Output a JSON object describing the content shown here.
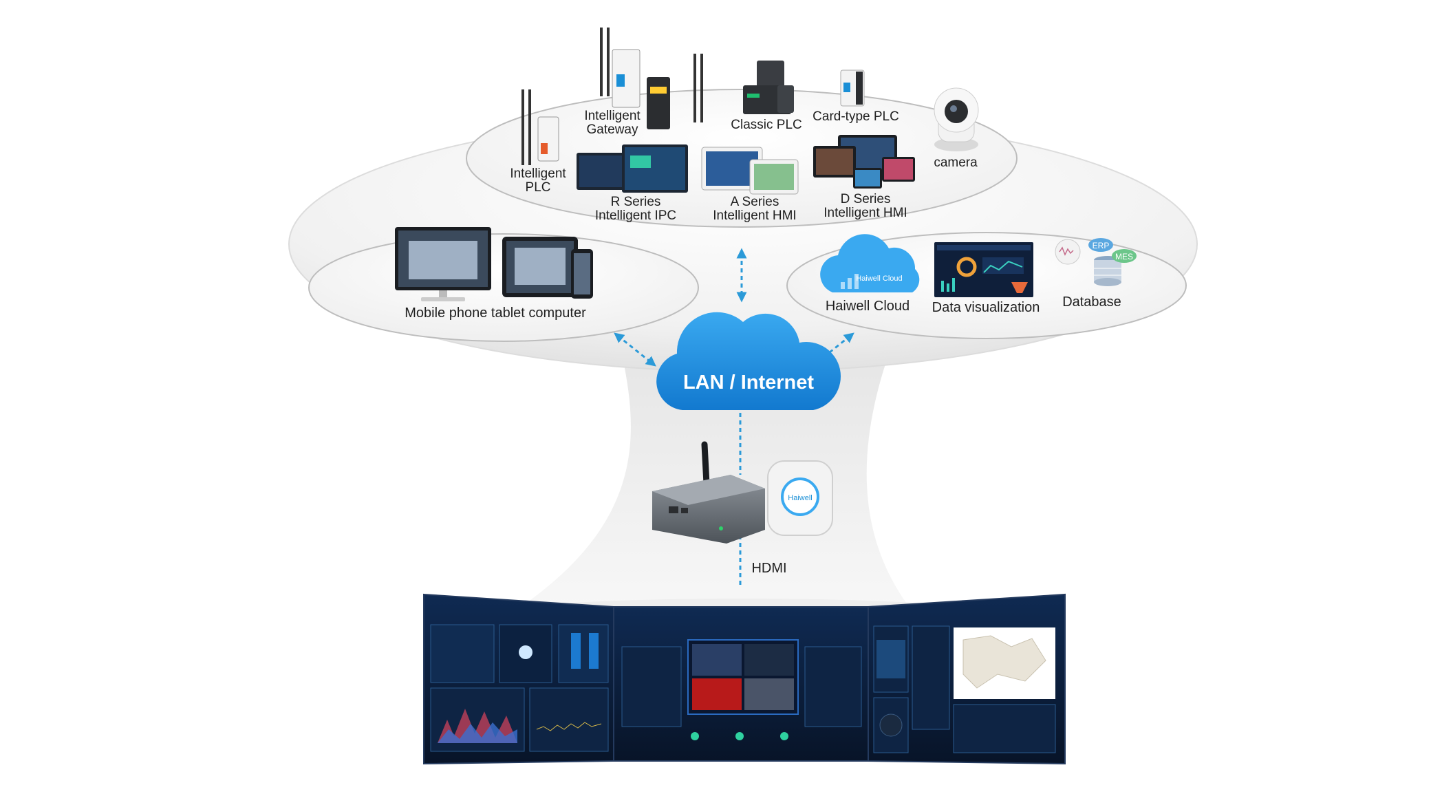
{
  "labels": {
    "intelligent_gateway": [
      "Intelligent",
      "Gateway"
    ],
    "classic_plc": "Classic PLC",
    "card_type_plc": "Card-type PLC",
    "camera": "camera",
    "intelligent_plc": [
      "Intelligent",
      "PLC"
    ],
    "r_series": [
      "R Series",
      "Intelligent IPC"
    ],
    "a_series": [
      "A Series",
      "Intelligent HMI"
    ],
    "d_series": [
      "D Series",
      "Intelligent HMI"
    ],
    "mobile": "Mobile phone tablet computer",
    "haiwell_cloud": "Haiwell Cloud",
    "data_visualization": "Data visualization",
    "database": "Database",
    "lan": "LAN / Internet",
    "hdmi": "HDMI",
    "erp": "ERP",
    "mes": "MES",
    "cloud_icon_text": "Haiwell Cloud",
    "router_logo": "Haiwell"
  },
  "colors": {
    "accent_blue": "#1a8fd6",
    "cloud_blue": "#2196e8",
    "dashed_arrow": "#2b9ad8",
    "screen_dark": "#0b1a36",
    "erp_badge": "#5aa7e0",
    "mes_badge": "#6cc68a"
  }
}
